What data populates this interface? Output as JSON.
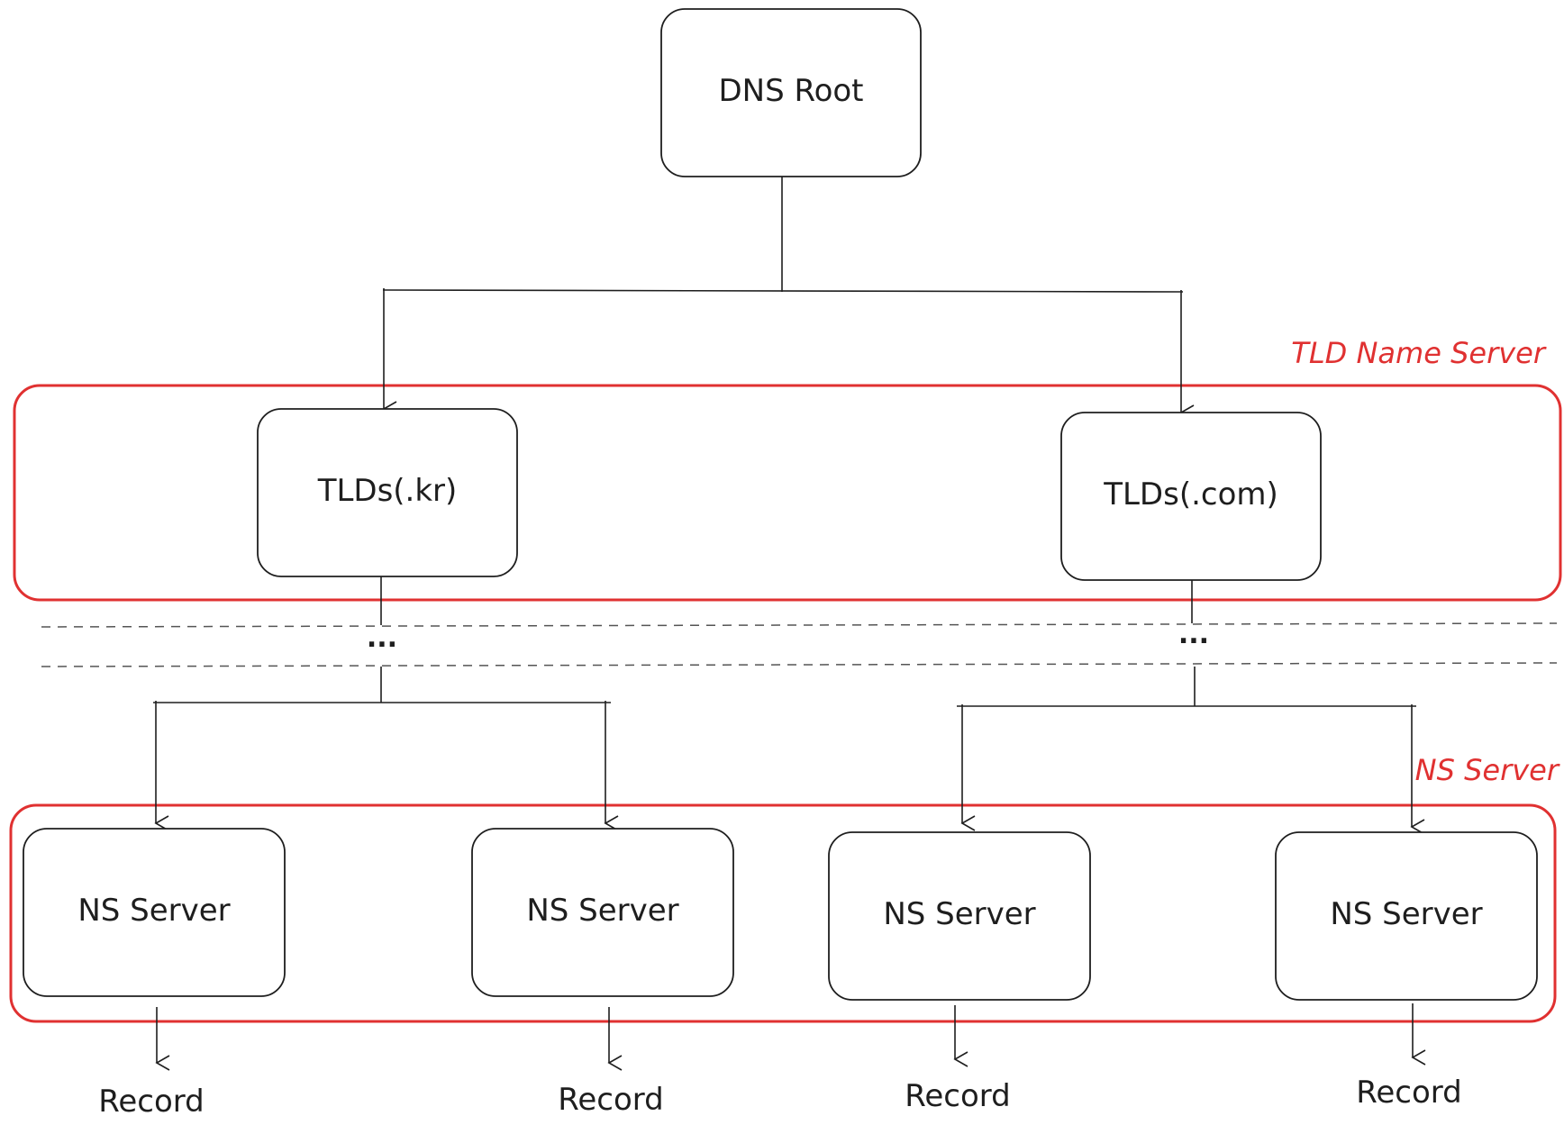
{
  "colors": {
    "stroke": "#1e1e1e",
    "group": "#e03131",
    "background": "#ffffff"
  },
  "nodes": {
    "root": "DNS Root",
    "tld_kr": "TLDs(.kr)",
    "tld_com": "TLDs(.com)",
    "ns_1": "NS Server",
    "ns_2": "NS Server",
    "ns_3": "NS Server",
    "ns_4": "NS Server"
  },
  "groups": {
    "tld": "TLD Name Server",
    "ns": "NS Server"
  },
  "ellipsis": {
    "left": "...",
    "right": "..."
  },
  "records": {
    "r1": "Record",
    "r2": "Record",
    "r3": "Record",
    "r4": "Record"
  }
}
